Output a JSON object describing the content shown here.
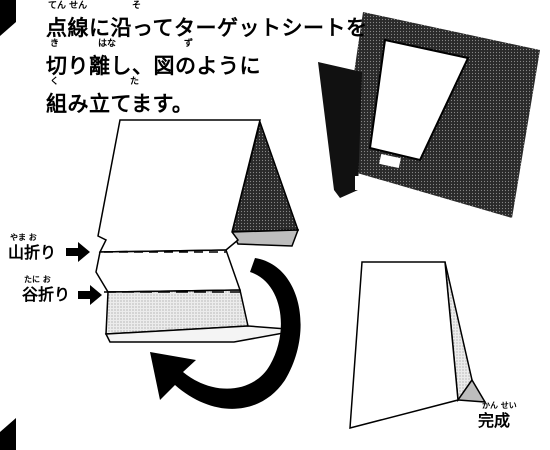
{
  "instructions": {
    "line1": "点線に沿ってターゲットシートを",
    "line1_ruby_a": "てん せん",
    "line1_ruby_b": "そ",
    "line2": "切り離し、図のように",
    "line2_ruby_a": "き",
    "line2_ruby_b": "はな",
    "line2_ruby_c": "ず",
    "line3": "組み立てます。",
    "line3_ruby_a": "く",
    "line3_ruby_b": "た"
  },
  "labels": {
    "mountain_fold": "山折り",
    "mountain_ruby": "やま お",
    "valley_fold": "谷折り",
    "valley_ruby": "たに お",
    "complete": "完成",
    "complete_ruby": "かん せい"
  },
  "colors": {
    "ink": "#000000",
    "paper": "#ffffff",
    "shade_dark": "#3a3a3a",
    "shade_light": "#d8d8d8"
  }
}
